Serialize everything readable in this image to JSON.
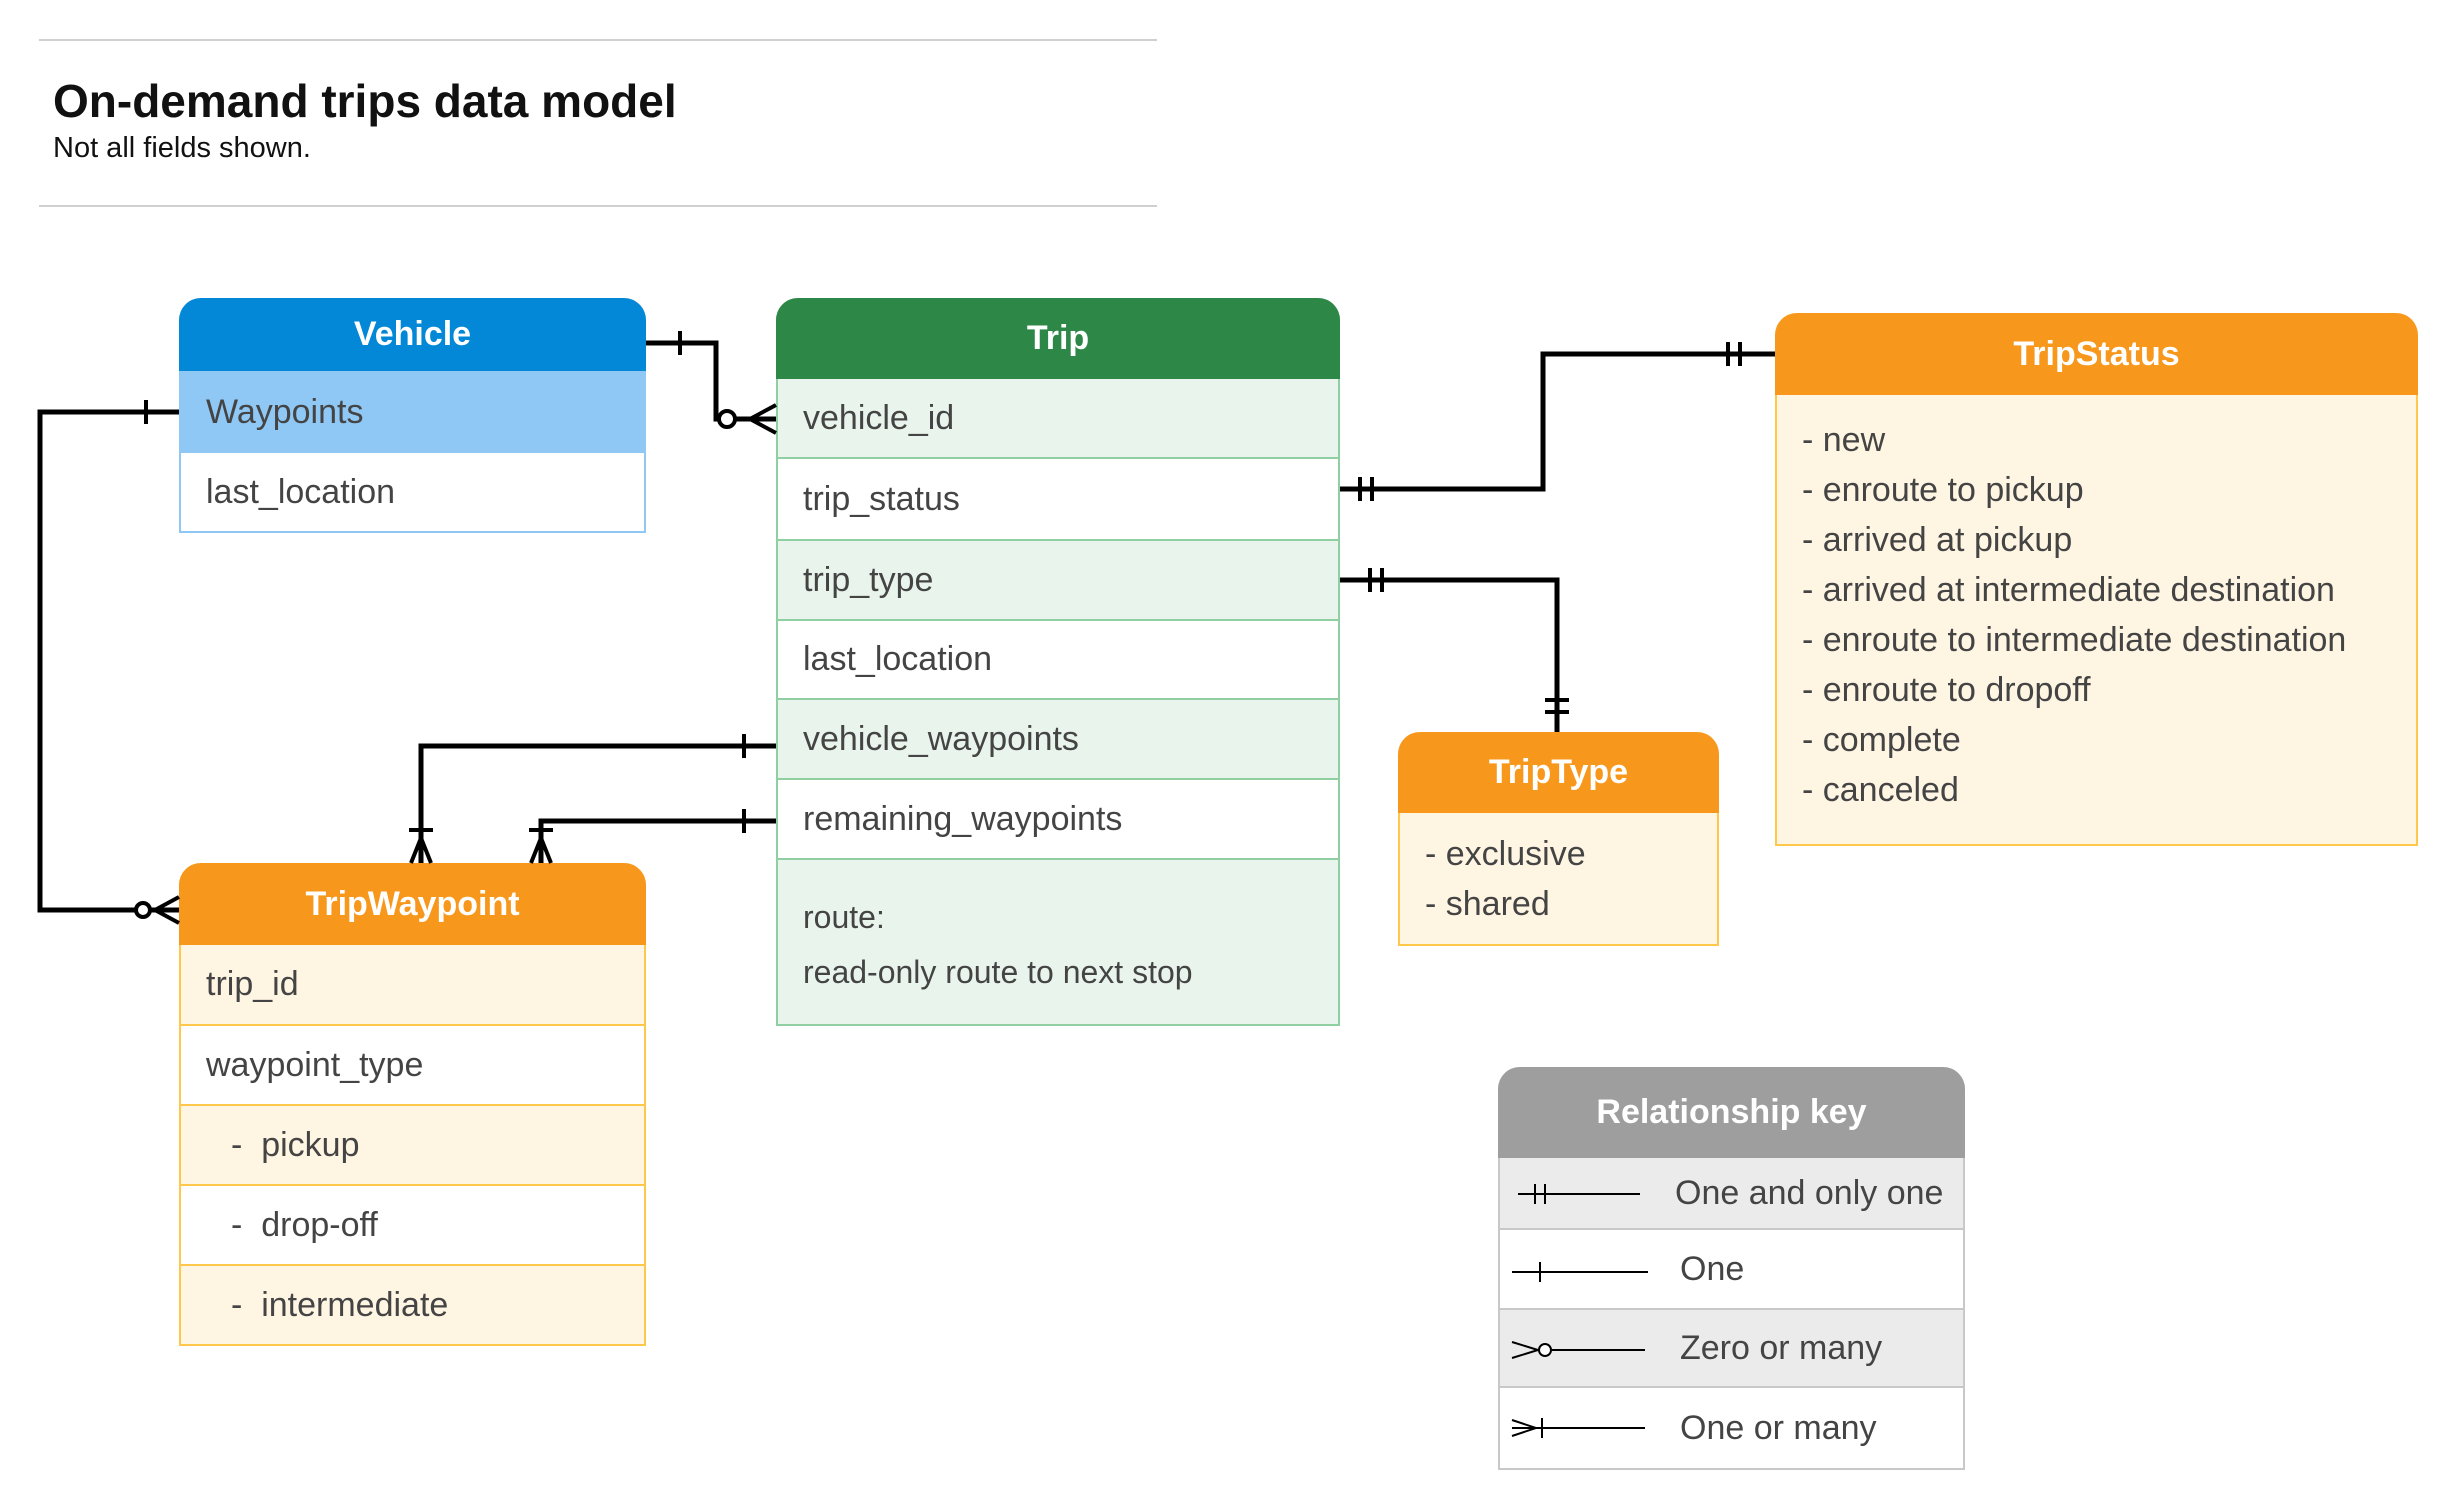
{
  "header": {
    "title": "On-demand trips data model",
    "subtitle": "Not all fields shown."
  },
  "colors": {
    "vehicle": "#0288D6",
    "trip": "#2D8746",
    "orange": "#F7981D",
    "key": "#9E9E9E"
  },
  "vehicle": {
    "title": "Vehicle",
    "fields": [
      "Waypoints",
      "last_location"
    ]
  },
  "trip": {
    "title": "Trip",
    "fields": [
      "vehicle_id",
      "trip_status",
      "trip_type",
      "last_location",
      "vehicle_waypoints",
      "remaining_waypoints"
    ],
    "route_label": "route:",
    "route_desc": "read-only route to next stop"
  },
  "trip_status": {
    "title": "TripStatus",
    "values": [
      "- new",
      "- enroute to pickup",
      "- arrived at pickup",
      "- arrived at intermediate destination",
      "- enroute to intermediate destination",
      "- enroute to dropoff",
      "- complete",
      "- canceled"
    ]
  },
  "trip_type": {
    "title": "TripType",
    "values": [
      "- exclusive",
      "- shared"
    ]
  },
  "trip_waypoint": {
    "title": "TripWaypoint",
    "fields": [
      "trip_id",
      "waypoint_type",
      "-  pickup",
      "-  drop-off",
      "-  intermediate"
    ]
  },
  "key": {
    "title": "Relationship key",
    "items": [
      {
        "label": "One and only one",
        "symbol": "one-and-only-one"
      },
      {
        "label": "One",
        "symbol": "one"
      },
      {
        "label": "Zero or many",
        "symbol": "zero-or-many"
      },
      {
        "label": "One or many",
        "symbol": "one-or-many"
      }
    ]
  }
}
